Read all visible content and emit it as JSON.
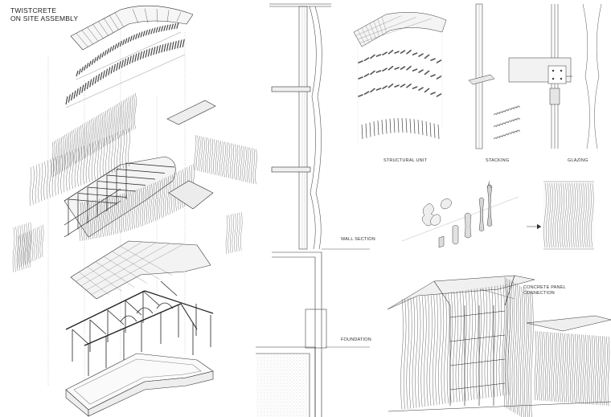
{
  "title": {
    "line1": "TWISTCRETE",
    "line2": "ON SITE ASSEMBLY"
  },
  "labels": {
    "wall_section": "WALL SECTION",
    "foundation": "FOUNDATION",
    "structural_unit": "STRUCTURAL UNIT",
    "stacking": "STACKING",
    "glazing": "GLAZING",
    "panel_line1": "CONCRETE PANEL",
    "panel_line2": "CONNECTION"
  },
  "colors": {
    "line": "#333333",
    "light": "#888888",
    "fill": "#f2f2f2"
  }
}
